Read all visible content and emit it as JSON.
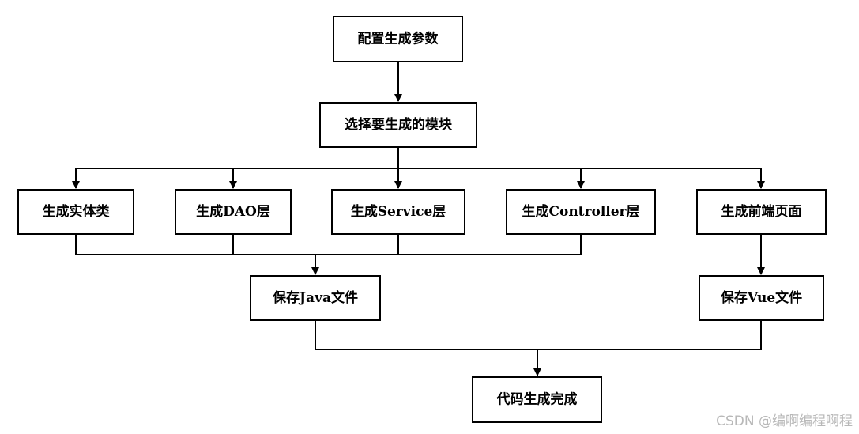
{
  "nodes": {
    "config_params": "配置生成参数",
    "select_module": "选择要生成的模块",
    "gen_entity": "生成实体类",
    "gen_dao": "生成DAO层",
    "gen_service": "生成Service层",
    "gen_controller": "生成Controller层",
    "gen_frontend": "生成前端页面",
    "save_java": "保存Java文件",
    "save_vue": "保存Vue文件",
    "code_done": "代码生成完成"
  },
  "watermark": "CSDN @编啊编程啊程"
}
